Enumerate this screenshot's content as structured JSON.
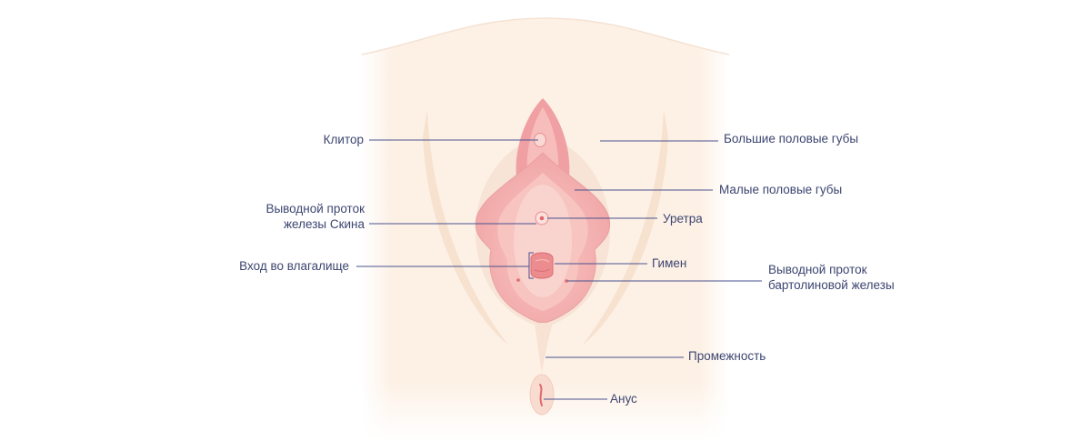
{
  "labels": {
    "clitoris": "Клитор",
    "skene_duct": "Выводной проток\nжелезы Скина",
    "vaginal_entrance": "Вход во влагалище",
    "labia_majora": "Большие половые губы",
    "labia_minora": "Малые половые губы",
    "urethra": "Уретра",
    "hymen": "Гимен",
    "bartholin_duct": "Выводной проток\nбартолиновой железы",
    "perineum": "Промежность",
    "anus": "Анус"
  },
  "colors": {
    "label_text": "#3c4570",
    "leader_line": "#4a5290",
    "skin_light": "#fdf1e6",
    "skin_shadow": "#f5dcc8",
    "labia_minora": "#f3a7a8",
    "vestibule": "#f8c9c4",
    "accent_red": "#e0686f"
  }
}
